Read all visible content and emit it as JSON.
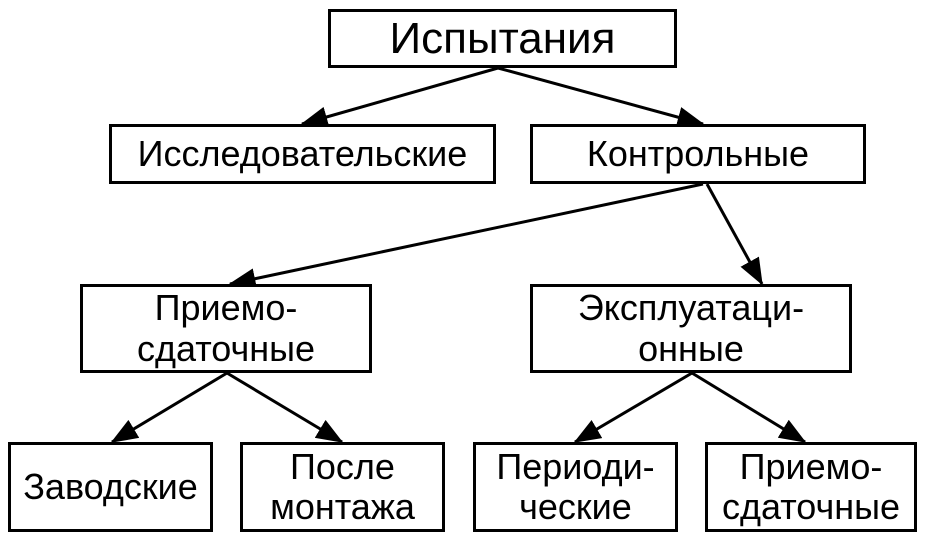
{
  "nodes": {
    "root": {
      "lines": [
        "Испытания"
      ]
    },
    "research": {
      "lines": [
        "Исследовательские"
      ]
    },
    "control": {
      "lines": [
        "Контрольные"
      ]
    },
    "acceptance": {
      "lines": [
        "Приемо-",
        "сдаточные"
      ]
    },
    "operational": {
      "lines": [
        "Эксплуатаци-",
        "онные"
      ]
    },
    "factory": {
      "lines": [
        "Заводские"
      ]
    },
    "after_install": {
      "lines": [
        "После",
        "монтажа"
      ]
    },
    "periodic": {
      "lines": [
        "Периоди-",
        "ческие"
      ]
    },
    "acceptance_2": {
      "lines": [
        "Приемо-",
        "сдаточные"
      ]
    }
  },
  "edges": [
    {
      "from": "root",
      "to": "research"
    },
    {
      "from": "root",
      "to": "control"
    },
    {
      "from": "control",
      "to": "acceptance"
    },
    {
      "from": "control",
      "to": "operational"
    },
    {
      "from": "acceptance",
      "to": "factory"
    },
    {
      "from": "acceptance",
      "to": "after_install"
    },
    {
      "from": "operational",
      "to": "periodic"
    },
    {
      "from": "operational",
      "to": "acceptance_2"
    }
  ]
}
